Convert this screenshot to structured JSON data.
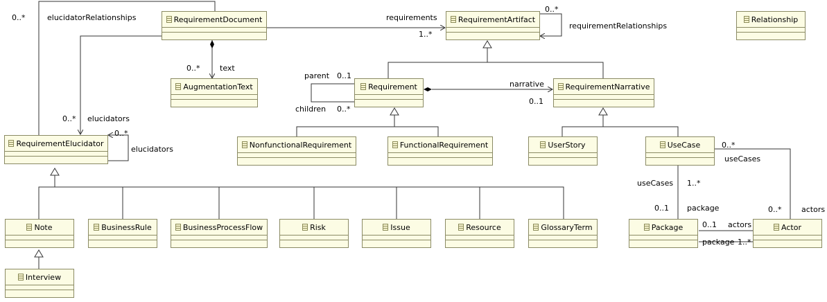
{
  "classes": {
    "requirement_document": "RequirementDocument",
    "requirement_artifact": "RequirementArtifact",
    "relationship": "Relationship",
    "augmentation_text": "AugmentationText",
    "requirement": "Requirement",
    "requirement_narrative": "RequirementNarrative",
    "requirement_elucidator": "RequirementElucidator",
    "nonfunctional_requirement": "NonfunctionalRequirement",
    "functional_requirement": "FunctionalRequirement",
    "user_story": "UserStory",
    "use_case": "UseCase",
    "note": "Note",
    "business_rule": "BusinessRule",
    "business_process_flow": "BusinessProcessFlow",
    "risk": "Risk",
    "issue": "Issue",
    "resource": "Resource",
    "glossary_term": "GlossaryTerm",
    "package": "Package",
    "actor": "Actor",
    "interview": "Interview"
  },
  "labels": {
    "doc_elucidators_mult": "0..*",
    "elucidator_relationships": "elucidatorRelationships",
    "requirements_role": "requirements",
    "requirements_mult": "1..*",
    "req_relationships_mult": "0..*",
    "requirement_relationships": "requirementRelationships",
    "text_mult": "0..*",
    "text_role": "text",
    "parent_role": "parent",
    "parent_mult": "0..1",
    "children_role": "children",
    "children_mult": "0..*",
    "narrative_role": "narrative",
    "narrative_mult": "0..1",
    "elucidators_mult": "0..*",
    "elucidators_role": "elucidators",
    "self_elucidators_mult": "0..*",
    "self_elucidators_role": "elucidators",
    "usecase_actor_mult": "0..*",
    "usecase_actor_role": "useCases",
    "usecase_pkg_role": "useCases",
    "usecase_pkg_mult": "1..*",
    "pkg_mult": "0..1",
    "pkg_role": "package",
    "actors_mult": "0..*",
    "actors_role": "actors",
    "pkg_actors_mult": "0..1",
    "pkg_actors_role": "actors",
    "actor_pkg_role": "package",
    "actor_pkg_mult": "1..*"
  }
}
